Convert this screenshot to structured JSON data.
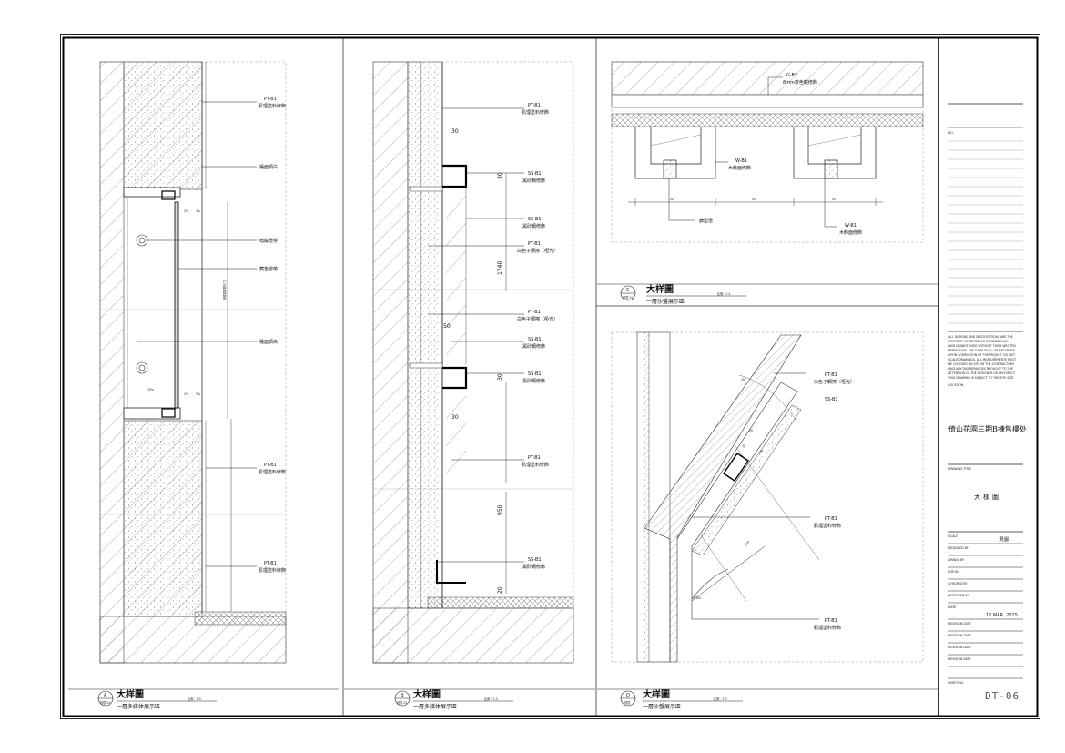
{
  "panels": {
    "a": {
      "letter": "A",
      "ref": "首层-01",
      "title": "大样圖",
      "scale": "比例：1:3",
      "subtitle": "一層多媒体展示區",
      "labels": [
        "PT-B1",
        "肌理塗料修飾",
        "檯面頂白",
        "暗藏燈帶",
        "藏告膠帶",
        "檯面頂白",
        "PT-B1",
        "肌理塗料修飾",
        "PT-B1",
        "肌理塗料修飾"
      ],
      "dims": [
        "2%",
        "3%",
        "10%",
        "2%",
        "3%"
      ],
      "vertical_note": "按現場實際尺寸"
    },
    "b": {
      "letter": "B",
      "ref": "首层-01",
      "title": "大样圖",
      "scale": "比例：1:3",
      "subtitle": "一層多媒体展示區",
      "labels": [
        "PT-B1",
        "肌理塗料修飾",
        "SS-B1",
        "黑砂鋼修飾",
        "SS-B1",
        "黑砂鋼修飾",
        "PT-B1",
        "白色子鋼擦（啞光）",
        "PT-B1",
        "白色子鋼擦（啞光）",
        "SS-B1",
        "黑砂鋼修飾",
        "SS-B1",
        "黑砂鋼修飾",
        "PT-B1",
        "肌理塗料修飾",
        "SS-B1",
        "黑砂鋼修飾"
      ],
      "dims": [
        "30",
        "30",
        "1740",
        "50",
        "30",
        "30",
        "950",
        "20"
      ]
    },
    "c": {
      "letter": "C",
      "ref": "首层-01",
      "title": "大样圖",
      "scale": "比例：1:1",
      "subtitle": "一層沙盤展示區",
      "labels": [
        "G-B2",
        "8mm茶色鏡修飾",
        "W-B1",
        "木飾面修飾",
        "篩型燈",
        "W-B1",
        "木飾面修飾"
      ],
      "dims": [
        "50",
        "50",
        "50"
      ]
    },
    "d": {
      "letter": "D",
      "ref": "首层",
      "title": "大样圖",
      "scale": "比例：1:3",
      "subtitle": "一層沙盤展示區",
      "labels": [
        "PT-B1",
        "白色子鋼擦（啞光）",
        "SS-B1",
        "PT-B1",
        "肌理塗料修飾",
        "PT-B1",
        "肌理塗料修飾"
      ],
      "dims": [
        "30°",
        "20",
        "20",
        "20",
        "200",
        "R100"
      ]
    }
  },
  "title_block": {
    "notes_heading": "NO.",
    "disclaimer": [
      "ALL DESIGNS AND SPECIFICATIONS ARE THE",
      "PROPERTY OF REMEDIOS SIEMBIEDA INC.",
      "AND CANNOT USED WITHOUT THEIR WRITTEN",
      "PERMISSION. THE SAME SHALL BE RETURNED",
      "UPON COMPLETION OF THE PROJECT. DO NOT",
      "SCALE DRAWINGS. ALL MEASUREMENTS MUST",
      "BE CHECKED ON SITE BY THE CONTRACTORS",
      "AND ANY DISCREPANCIES BROUGHT TO THE",
      "ATTENTION OF THE DESIGNER OR ARCHITECT.",
      "THIS DRAWING IS SUBJECT TO THE SITE SIZE."
    ],
    "location_label": "LOCATION",
    "project": "倚山花園三期B棟售樓处",
    "drawing_title_label": "DRAWING TITLE",
    "drawing_title": "大樣圖",
    "scale_label": "SCALE",
    "scale_value": "見圖",
    "fields": [
      "DESIGNED BY",
      "DRAWN BY",
      "JOB NO.",
      "CHECKED BY",
      "APPROVED BY",
      "DATE",
      "REVISION DATE",
      "REVISION DATE",
      "REVISION DATE",
      "REVISION DATE",
      "SHEET NO."
    ],
    "date_value": "12 MAR.,2015",
    "sheet_no": "DT-06"
  }
}
